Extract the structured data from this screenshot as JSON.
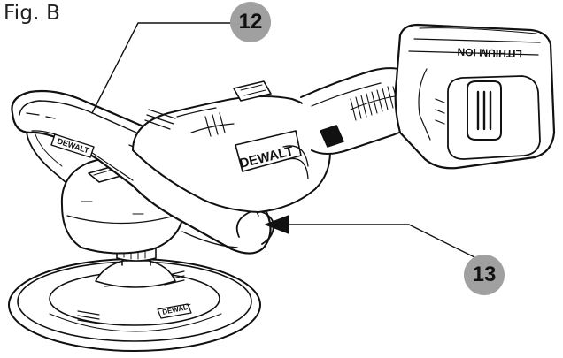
{
  "figure": {
    "label": "Fig. B",
    "callouts": [
      {
        "id": "12",
        "text": "12"
      },
      {
        "id": "13",
        "text": "13"
      }
    ],
    "brand_text": "DEWALT",
    "battery_text": "LITHIUM ION",
    "colors": {
      "line": "#111111",
      "callout_fill": "#a0a0a0",
      "background": "#ffffff"
    }
  }
}
